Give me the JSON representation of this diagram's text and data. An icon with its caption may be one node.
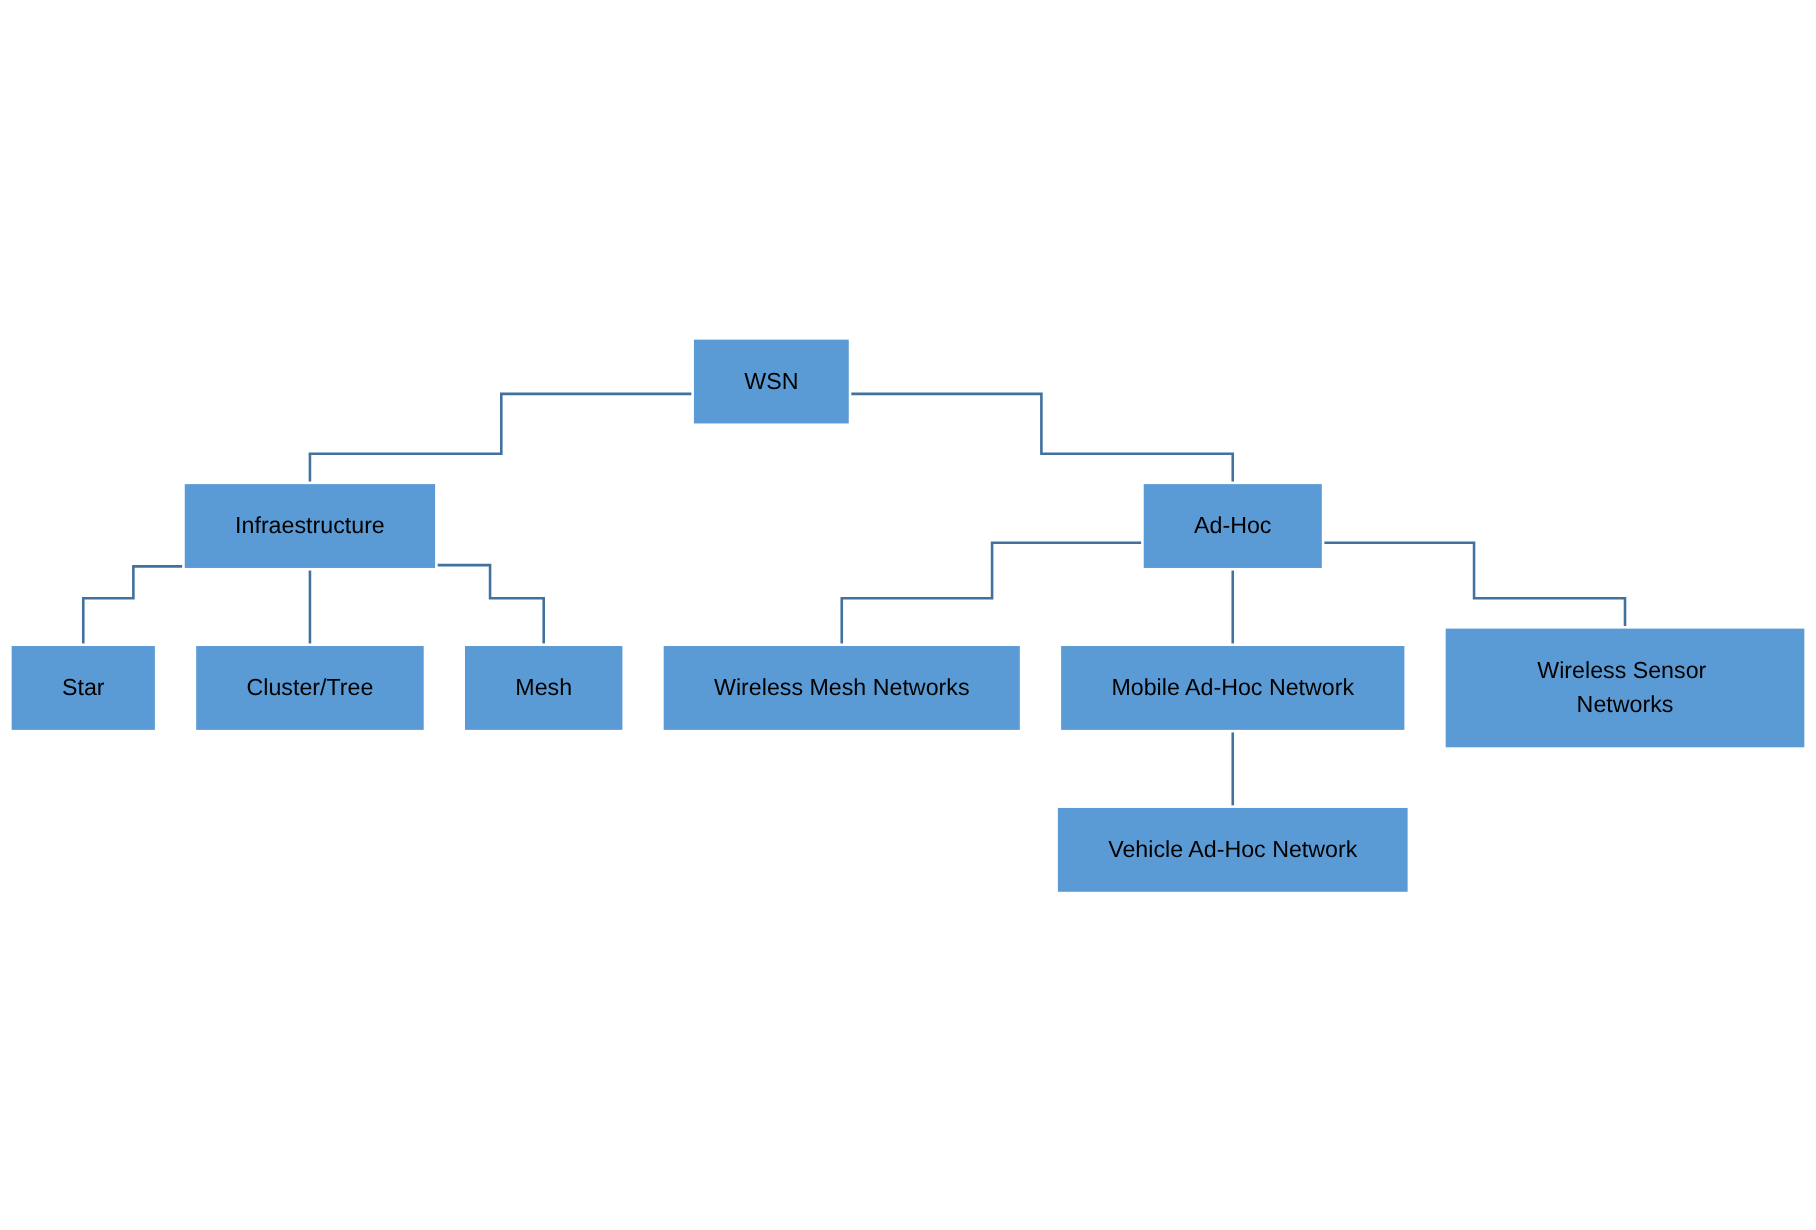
{
  "diagram": {
    "nodes": [
      {
        "text": [
          "WSN"
        ]
      },
      {
        "text": [
          "Infraestructure"
        ]
      },
      {
        "text": [
          "Ad-Hoc"
        ]
      },
      {
        "text": [
          "Star"
        ]
      },
      {
        "text": [
          "Cluster/Tree"
        ]
      },
      {
        "text": [
          "Mesh"
        ]
      },
      {
        "text": [
          "Wireless Mesh Networks"
        ]
      },
      {
        "text": [
          "Mobile Ad-Hoc Network"
        ]
      },
      {
        "text": [
          "Wireless Sensor Networks"
        ]
      },
      {
        "text": [
          "Vehicle Ad-Hoc Network"
        ]
      }
    ],
    "edges": [
      {
        "from": 0,
        "to": 1,
        "arrow": "none"
      },
      {
        "from": 0,
        "to": 2,
        "arrow": "none"
      },
      {
        "from": 1,
        "to": 3,
        "arrow": "none"
      },
      {
        "from": 1,
        "to": 4,
        "arrow": "none"
      },
      {
        "from": 1,
        "to": 5,
        "arrow": "none"
      },
      {
        "from": 2,
        "to": 6,
        "arrow": "none"
      },
      {
        "from": 2,
        "to": 7,
        "arrow": "none"
      },
      {
        "from": 2,
        "to": 8,
        "arrow": "none"
      },
      {
        "from": 7,
        "to": 9,
        "arrow": "none"
      }
    ]
  }
}
